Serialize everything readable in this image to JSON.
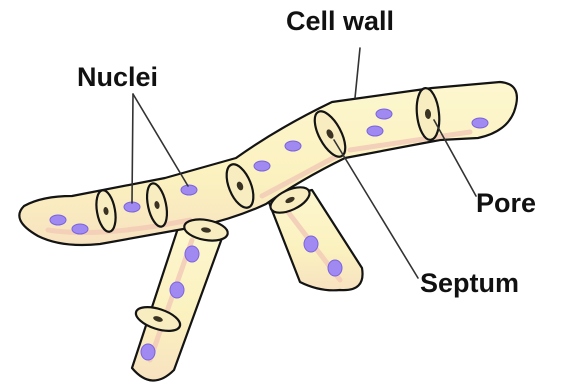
{
  "labels": {
    "cell_wall": "Cell wall",
    "nuclei": "Nuclei",
    "pore": "Pore",
    "septum": "Septum"
  },
  "colors": {
    "cytoplasm": "#fbf4c4",
    "inner_tint": "#f6dcc8",
    "outline": "#141414",
    "nucleus": "#a08af2",
    "nucleus_edge": "#7b63dd"
  }
}
